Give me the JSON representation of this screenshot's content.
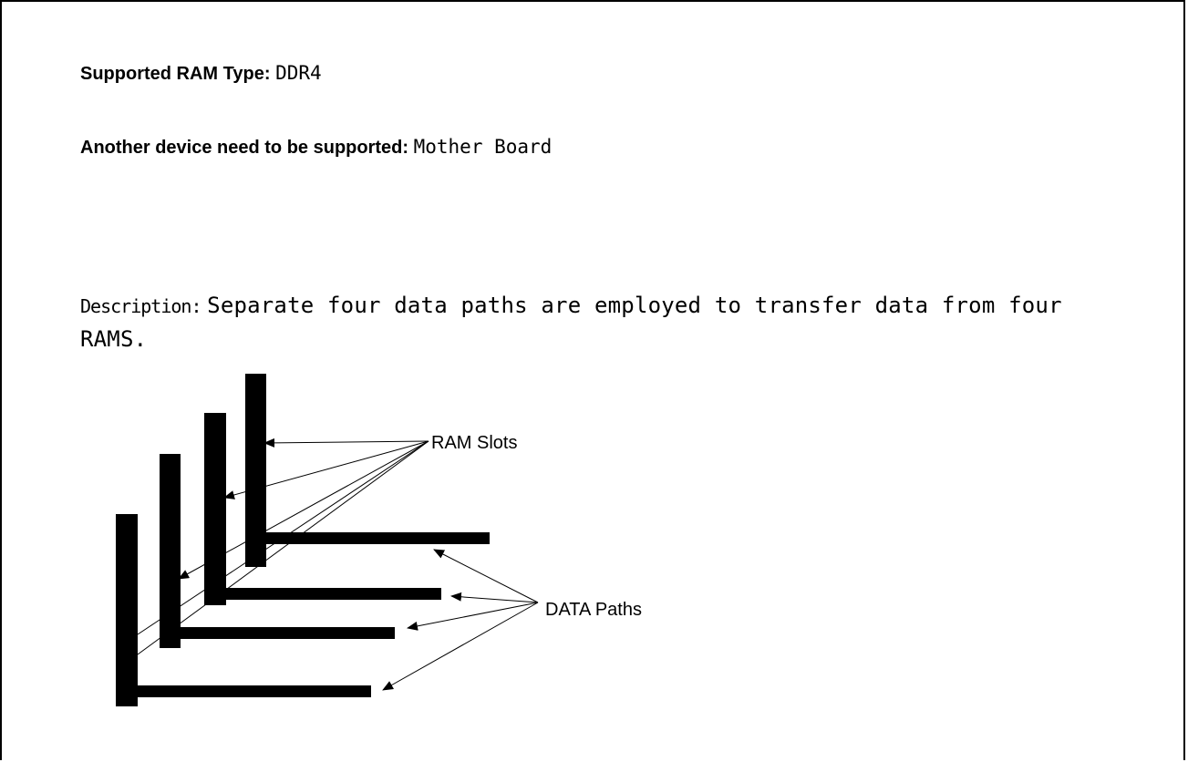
{
  "spec": {
    "ram_type_label": "Supported RAM Type:",
    "ram_type_value": "DDR4",
    "device_label": "Another device need to be supported:",
    "device_value": "Mother Board"
  },
  "description": {
    "label": "Description:",
    "text": "Separate four data paths are employed to transfer data from four RAMS."
  },
  "diagram": {
    "ram_slots_label": "RAM Slots",
    "data_paths_label": "DATA Paths"
  }
}
